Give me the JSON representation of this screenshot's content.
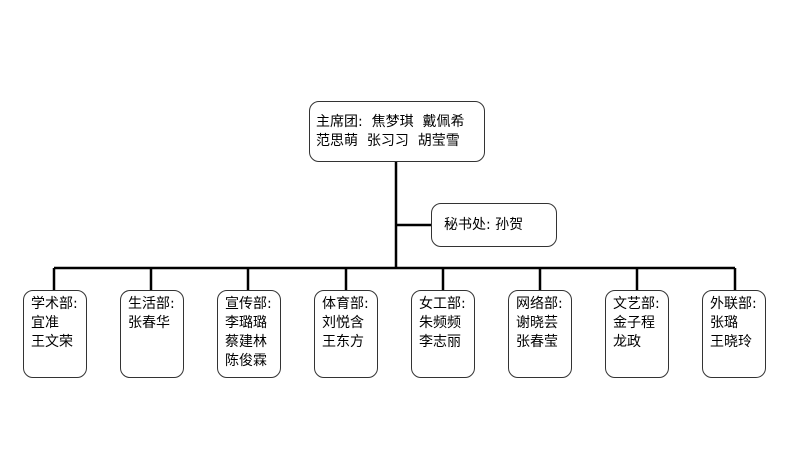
{
  "root": {
    "lines": [
      "主席团:  焦梦琪  戴佩希",
      "范思萌  张习习  胡莹雪"
    ]
  },
  "secretariat": {
    "text": "秘书处:  孙贺"
  },
  "departments": [
    {
      "name": "学术部:",
      "members": [
        "宜准",
        "王文荣"
      ]
    },
    {
      "name": "生活部:",
      "members": [
        "张春华"
      ]
    },
    {
      "name": "宣传部:",
      "members": [
        "李璐璐",
        "蔡建林",
        "陈俊霖"
      ]
    },
    {
      "name": "体育部:",
      "members": [
        "刘悦含",
        "王东方"
      ]
    },
    {
      "name": "女工部:",
      "members": [
        "朱频频",
        "李志丽"
      ]
    },
    {
      "name": "网络部:",
      "members": [
        "谢晓芸",
        "张春莹"
      ]
    },
    {
      "name": "文艺部:",
      "members": [
        "金子程",
        "龙政"
      ]
    },
    {
      "name": "外联部:",
      "members": [
        "张璐",
        "王晓玲"
      ]
    }
  ]
}
